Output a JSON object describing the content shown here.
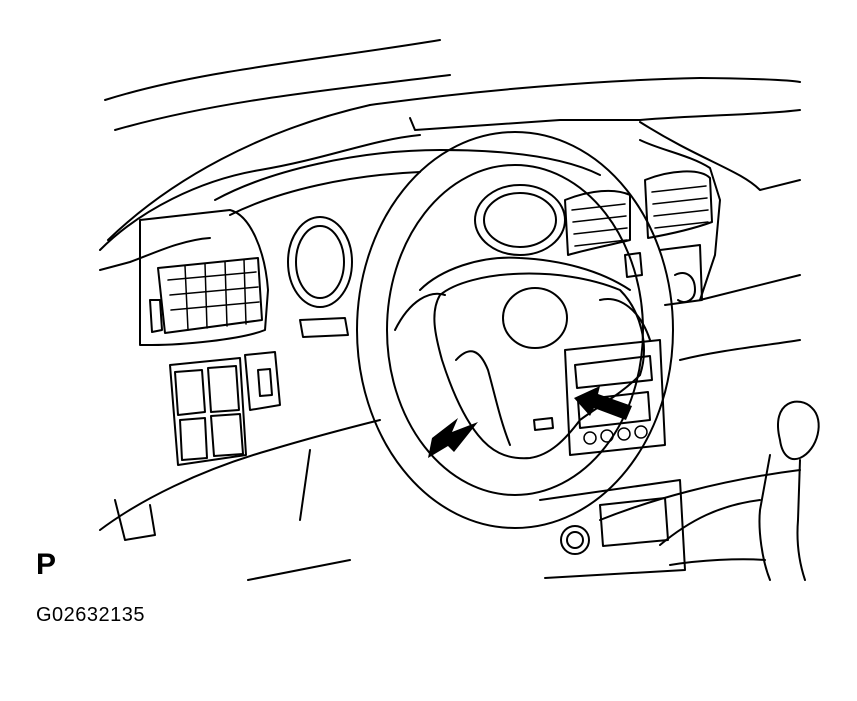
{
  "diagram": {
    "view_letter": "P",
    "figure_code": "G02632135",
    "callouts": [
      {
        "name": "left-clip-location-arrow",
        "color": "#000000"
      },
      {
        "name": "right-clip-location-arrow",
        "color": "#000000"
      }
    ]
  },
  "colors": {
    "line": "#000000",
    "background": "#ffffff"
  }
}
